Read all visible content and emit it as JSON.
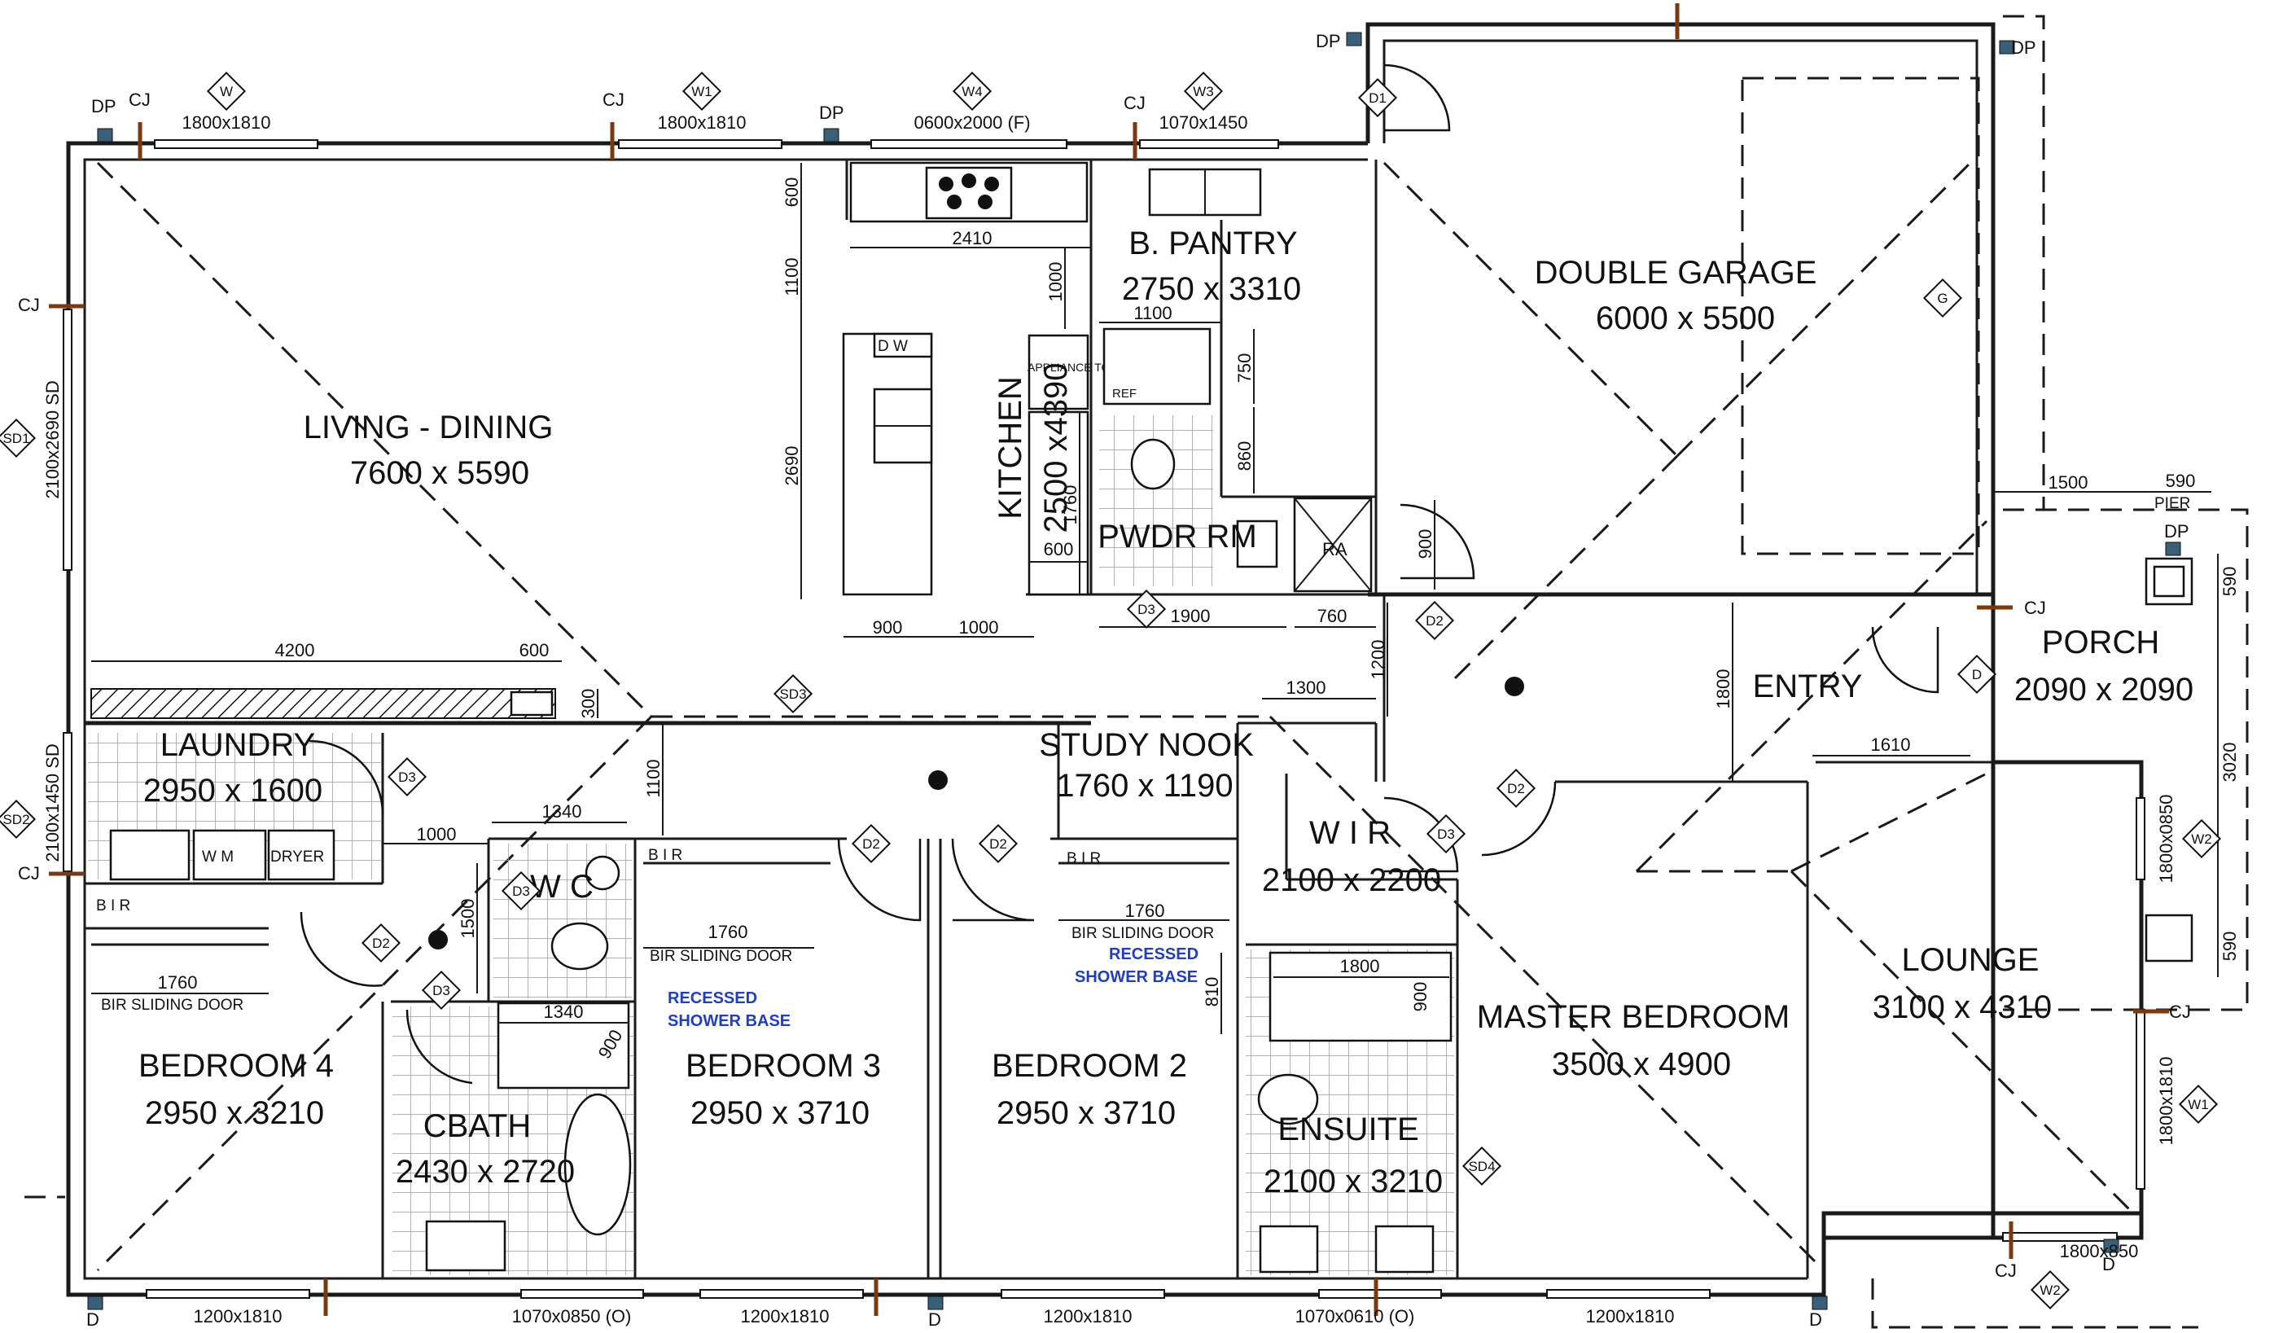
{
  "rooms": {
    "living_dining": {
      "name": "LIVING - DINING",
      "size": "7600 x 5590"
    },
    "kitchen": {
      "name": "KITCHEN",
      "size": "2500 x4390"
    },
    "b_pantry": {
      "name": "B. PANTRY",
      "size": "2750 x 3310"
    },
    "double_garage": {
      "name": "DOUBLE GARAGE",
      "size": "6000 x 5500"
    },
    "pwdr_rm": {
      "name": "PWDR RM"
    },
    "entry": {
      "name": "ENTRY"
    },
    "porch": {
      "name": "PORCH",
      "size": "2090 x 2090"
    },
    "laundry": {
      "name": "LAUNDRY",
      "size": "2950 x 1600"
    },
    "study_nook": {
      "name": "STUDY NOOK",
      "size": "1760 x 1190"
    },
    "wir": {
      "name": "W I R",
      "size": "2100 x 2200"
    },
    "wc": {
      "name": "W C"
    },
    "bedroom4": {
      "name": "BEDROOM 4",
      "size": "2950 x 3210"
    },
    "cbath": {
      "name": "CBATH",
      "size": "2430 x 2720"
    },
    "bedroom3": {
      "name": "BEDROOM 3",
      "size": "2950 x 3710"
    },
    "bedroom2": {
      "name": "BEDROOM 2",
      "size": "2950 x 3710"
    },
    "ensuite": {
      "name": "ENSUITE",
      "size": "2100 x 3210"
    },
    "master_bedroom": {
      "name": "MASTER BEDROOM",
      "size": "3500 x 4900"
    },
    "lounge": {
      "name": "LOUNGE",
      "size": "3100 x 4310"
    }
  },
  "windows_top": [
    {
      "tag": "W",
      "size": "1800x1810"
    },
    {
      "tag": "W1",
      "size": "1800x1810"
    },
    {
      "tag": "W4",
      "size": "0600x2000 (F)"
    },
    {
      "tag": "W3",
      "size": "1070x1450"
    }
  ],
  "windows_bottom": [
    "1200x1810",
    "1070x0850 (O)",
    "1200x1810",
    "1200x1810",
    "1070x0610 (O)",
    "1200x1810"
  ],
  "windows_side": {
    "sd1_size": "2100x2690 SD",
    "sd1_tag": "SD1",
    "sd2_size": "2100x1450 SD",
    "sd2_tag": "SD2",
    "w2_size": "1800x0850",
    "w2_tag": "W2",
    "w1_size": "1800x1810",
    "w1_tag": "W1",
    "w2_bottom_size": "1800x850",
    "w2_bottom_tag": "W2"
  },
  "markers": {
    "dp": "DP",
    "cj": "CJ",
    "d": "D",
    "pier": "PIER",
    "d1": "D1",
    "d2": "D2",
    "d3": "D3",
    "g": "G",
    "sd3": "SD3",
    "sd4": "SD4",
    "ra": "RA"
  },
  "fixtures": {
    "dw": "D W",
    "appliance_tower": "APPLIANCE TOWER",
    "ref": "REF",
    "wm": "W M",
    "dryer": "DRYER",
    "bir": "B I R"
  },
  "notes": {
    "bir_sliding_door": "BIR SLIDING DOOR",
    "recessed_1": "RECESSED",
    "recessed_2": "SHOWER BASE"
  },
  "dimensions": {
    "d2410": "2410",
    "d600": "600",
    "d1100": "1100",
    "d2690": "2690",
    "d1000": "1000",
    "d750": "750",
    "d860": "860",
    "d1760": "1760",
    "d900": "900",
    "d1900": "1900",
    "d760": "760",
    "d4200": "4200",
    "d300": "300",
    "d1300": "1300",
    "d1200": "1200",
    "d1800": "1800",
    "d1610": "1610",
    "d1500": "1500",
    "d590": "590",
    "d3020": "3020",
    "d1340": "1340",
    "d810": "810"
  }
}
